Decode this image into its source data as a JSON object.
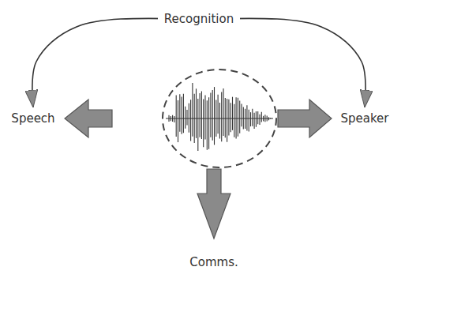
{
  "diagram": {
    "nodes": [
      {
        "text": [
          "Speech"
        ]
      },
      {
        "text": [
          "Speaker"
        ]
      },
      {
        "text": [
          "Comms."
        ]
      }
    ],
    "edges": [
      {
        "from": 0,
        "to": 1,
        "arrow": "both",
        "label": "Recognition"
      }
    ]
  }
}
